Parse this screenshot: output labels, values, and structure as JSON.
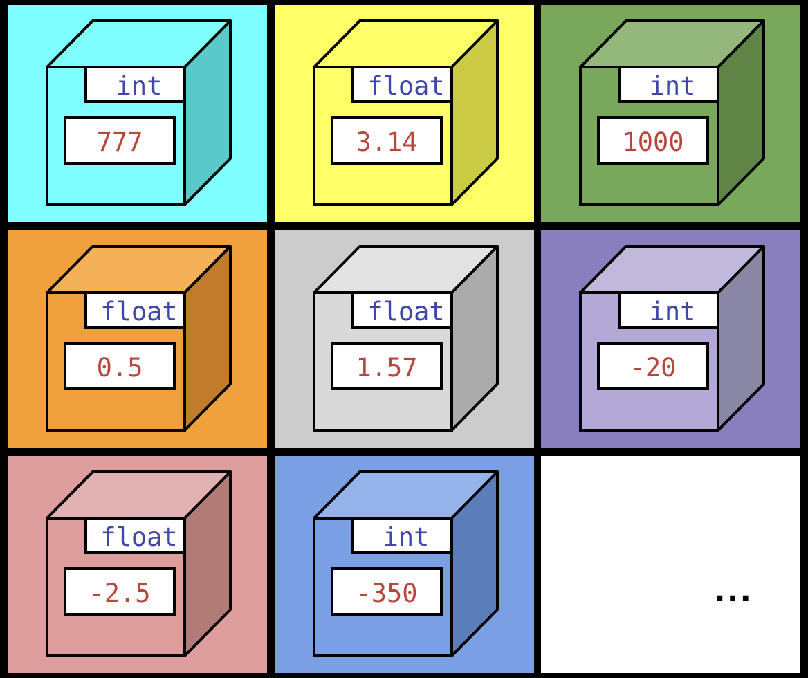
{
  "colors": {
    "frame": "#000000",
    "label_box": "#ffffff",
    "type_text": "#3f48a8",
    "value_text": "#b8463a"
  },
  "boxes": [
    {
      "type": "int",
      "value": "777",
      "bg": "#7fffff",
      "front": "#7fffff",
      "top": "#7fffff",
      "side": "#5ac9c9"
    },
    {
      "type": "float",
      "value": "3.14",
      "bg": "#ffff66",
      "front": "#ffff66",
      "top": "#ffff66",
      "side": "#cccc44"
    },
    {
      "type": "int",
      "value": "1000",
      "bg": "#79a85c",
      "front": "#79a85c",
      "top": "#94b87c",
      "side": "#5e8446"
    },
    {
      "type": "float",
      "value": "0.5",
      "bg": "#f0a03c",
      "front": "#f0a03c",
      "top": "#f3b258",
      "side": "#c07c2a"
    },
    {
      "type": "float",
      "value": "1.57",
      "bg": "#cccccc",
      "front": "#d9d9d9",
      "top": "#e3e3e3",
      "side": "#ababab"
    },
    {
      "type": "int",
      "value": "-20",
      "bg": "#8a7fbe",
      "front": "#b3a8d6",
      "top": "#c1b8dc",
      "side": "#8a86a6"
    },
    {
      "type": "float",
      "value": "-2.5",
      "bg": "#de9e9e",
      "front": "#de9e9e",
      "top": "#e2b2b2",
      "side": "#b27b78"
    },
    {
      "type": "int",
      "value": "-350",
      "bg": "#7a9fe3",
      "front": "#7a9fe3",
      "top": "#94b3ea",
      "side": "#5c7eb8"
    }
  ],
  "last_cell": {
    "bg": "#ffffff",
    "text": "..."
  }
}
